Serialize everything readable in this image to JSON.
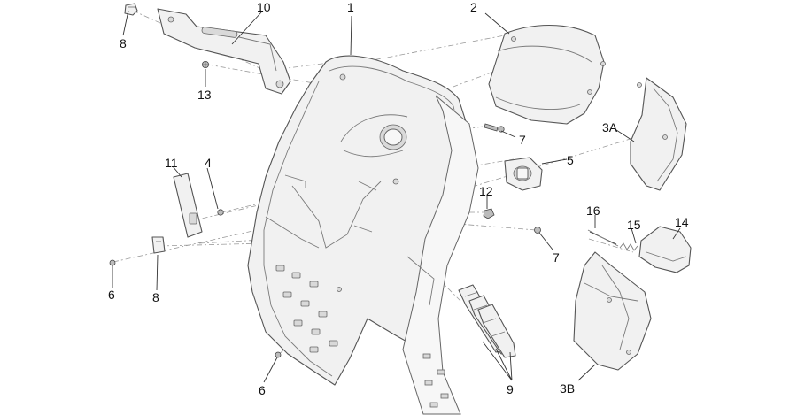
{
  "callouts": [
    {
      "id": "c1",
      "text": "1"
    },
    {
      "id": "c2",
      "text": "2"
    },
    {
      "id": "c3a",
      "text": "3A"
    },
    {
      "id": "c3b",
      "text": "3B"
    },
    {
      "id": "c4",
      "text": "4"
    },
    {
      "id": "c5",
      "text": "5"
    },
    {
      "id": "c6a",
      "text": "6"
    },
    {
      "id": "c6b",
      "text": "6"
    },
    {
      "id": "c7a",
      "text": "7"
    },
    {
      "id": "c7b",
      "text": "7"
    },
    {
      "id": "c8a",
      "text": "8"
    },
    {
      "id": "c8b",
      "text": "8"
    },
    {
      "id": "c9",
      "text": "9"
    },
    {
      "id": "c10",
      "text": "10"
    },
    {
      "id": "c11",
      "text": "11"
    },
    {
      "id": "c12",
      "text": "12"
    },
    {
      "id": "c13",
      "text": "13"
    },
    {
      "id": "c14",
      "text": "14"
    },
    {
      "id": "c15",
      "text": "15"
    },
    {
      "id": "c16",
      "text": "16"
    }
  ]
}
